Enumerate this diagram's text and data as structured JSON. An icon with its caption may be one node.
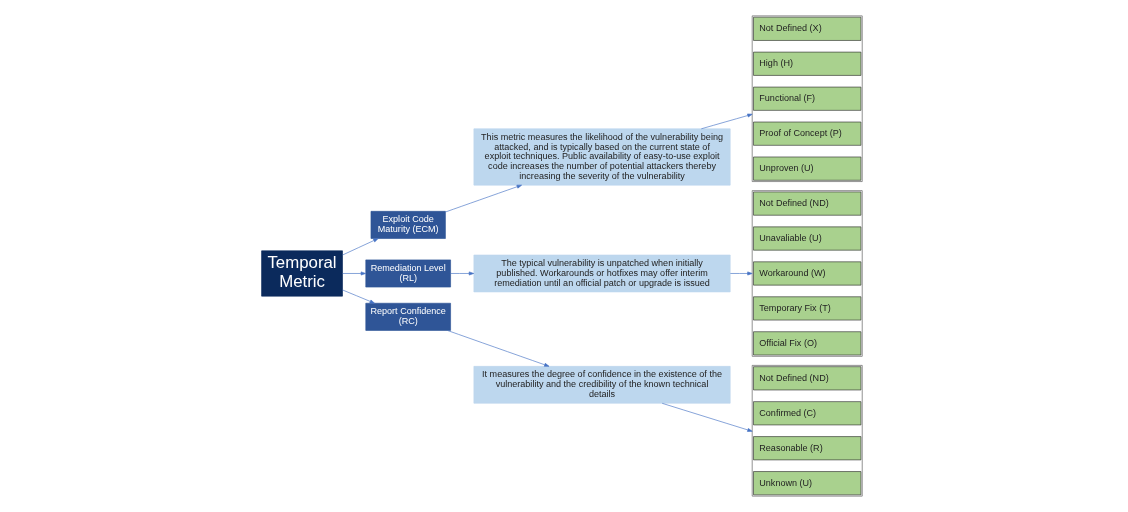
{
  "diagram": {
    "nodes": [
      {
        "text": [
          "Temporal Metric"
        ]
      },
      {
        "text": [
          "Exploit Code Maturity (ECM)"
        ]
      },
      {
        "text": [
          "This metric measures the likelihood of the vulnerability being attacked, and is typically based on the current state of exploit techniques. Public availability of easy-to-use exploit code increases the number of potential attackers thereby increasing the severity of the vulnerability"
        ]
      },
      {
        "text": [],
        "shape": "box"
      },
      {
        "text": [
          "Not Defined (X)"
        ],
        "in": 3
      },
      {
        "text": [
          "High (H)"
        ],
        "in": 3
      },
      {
        "text": [
          "Functional (F)"
        ],
        "in": 3
      },
      {
        "text": [
          "Proof of Concept (P)"
        ],
        "in": 3
      },
      {
        "text": [
          "Unproven (U)"
        ],
        "in": 3
      },
      {
        "text": [
          "Remediation Level (RL)"
        ]
      },
      {
        "text": [
          "The typical vulnerability is unpatched when initially published. Workarounds or hotfixes may offer interim remediation until an official patch or upgrade is issued"
        ]
      },
      {
        "text": [],
        "shape": "box"
      },
      {
        "text": [
          "Not Defined (ND)"
        ],
        "in": 11
      },
      {
        "text": [
          "Unavaliable (U)"
        ],
        "in": 11
      },
      {
        "text": [
          "Workaround (W)"
        ],
        "in": 11
      },
      {
        "text": [
          "Temporary Fix (T)"
        ],
        "in": 11
      },
      {
        "text": [
          "Official Fix (O)"
        ],
        "in": 11
      },
      {
        "text": [
          "Report Confidence (RC)"
        ]
      },
      {
        "text": [
          "It measures the degree of confidence in the existence of the vulnerability and the credibility of the known technical details"
        ]
      },
      {
        "text": [],
        "shape": "box"
      },
      {
        "text": [
          "Not Defined (ND)"
        ],
        "in": 19
      },
      {
        "text": [
          "Confirmed (C)"
        ],
        "in": 19
      },
      {
        "text": [
          "Reasonable (R)"
        ],
        "in": 19
      },
      {
        "text": [
          "Unknown (U)"
        ],
        "in": 19
      }
    ],
    "edges": [
      {
        "from": 0,
        "to": 1,
        "arrow": "to"
      },
      {
        "from": 0,
        "to": 9,
        "arrow": "to"
      },
      {
        "from": 0,
        "to": 17,
        "arrow": "to"
      },
      {
        "from": 1,
        "to": 2,
        "arrow": "to"
      },
      {
        "from": 2,
        "to": 3,
        "arrow": "to"
      },
      {
        "from": 9,
        "to": 10,
        "arrow": "to"
      },
      {
        "from": 10,
        "to": 11,
        "arrow": "to"
      },
      {
        "from": 17,
        "to": 18,
        "arrow": "to"
      },
      {
        "from": 18,
        "to": 19,
        "arrow": "to"
      }
    ]
  }
}
